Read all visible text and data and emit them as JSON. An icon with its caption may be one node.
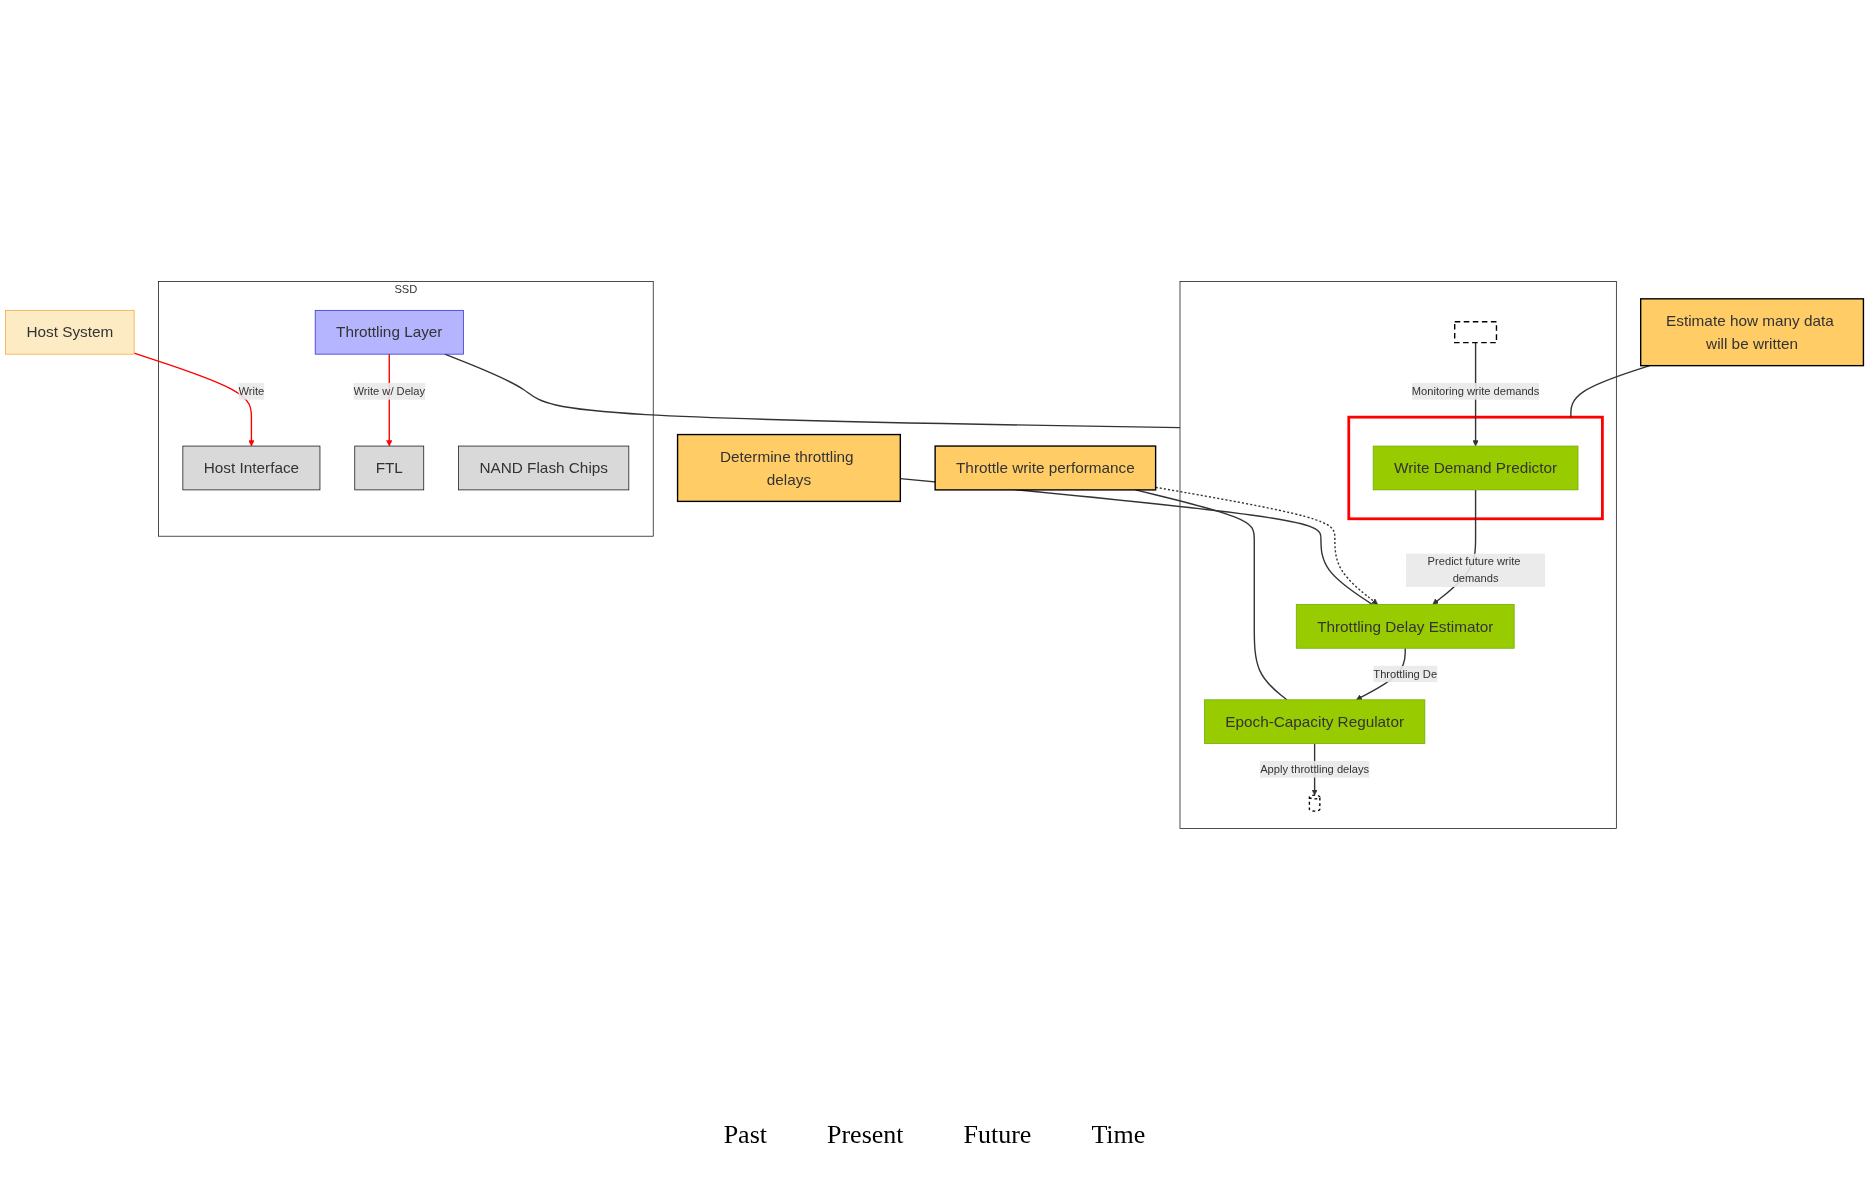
{
  "diagram": {
    "nodes": [
      {
        "text": [
          "Determine throttling delays"
        ]
      },
      {
        "text": [
          "Estimate how many data will be written"
        ]
      },
      {
        "text": [
          "Throttle write performance"
        ]
      },
      {
        "text": [],
        "shape": "box"
      },
      {
        "text": [
          "Throttling Delay Estimator"
        ],
        "in": 3
      },
      {
        "text": [],
        "shape": "box",
        "in": 3
      },
      {
        "text": [
          "Write Demand Predictor"
        ],
        "in": 5
      },
      {
        "text": [
          "Epoch-Capacity Regulator"
        ],
        "in": 3
      },
      {
        "text": [],
        "shape": "box",
        "in": 3
      },
      {
        "text": [],
        "shape": "picture",
        "in": 3
      },
      {
        "text": [
          "Host System"
        ]
      },
      {
        "text": [
          "SSD"
        ]
      },
      {
        "text": [
          "Host Interface"
        ],
        "in": 11
      },
      {
        "text": [
          "Throttling Layer"
        ],
        "in": 11
      },
      {
        "text": [
          "FTL"
        ],
        "in": 11
      },
      {
        "text": [
          "NAND Flash Chips"
        ],
        "in": 11
      }
    ],
    "edges": [
      {
        "from": 0,
        "to": 4,
        "arrow": "none"
      },
      {
        "from": 1,
        "to": 5,
        "arrow": "none"
      },
      {
        "from": 2,
        "to": 7,
        "arrow": "none"
      },
      {
        "from": 2,
        "to": 4,
        "arrow": "to",
        "style": "dashed"
      },
      {
        "from": 6,
        "to": 4,
        "arrow": "to",
        "label": "Predict future write demands"
      },
      {
        "from": 4,
        "to": 7,
        "arrow": "to",
        "label": "Throttling De"
      },
      {
        "from": 8,
        "to": 6,
        "arrow": "to",
        "label": "Monitoring write demands"
      },
      {
        "from": 7,
        "to": 9,
        "arrow": "to",
        "label": "Apply throttling delays"
      },
      {
        "from": 10,
        "to": 12,
        "arrow": "to",
        "label": "Write",
        "color": "#ff0000"
      },
      {
        "from": 13,
        "to": 14,
        "arrow": "to",
        "label": "Write w/ Delay",
        "color": "#ff0000"
      },
      {
        "from": 13,
        "to": 3,
        "arrow": "none"
      }
    ],
    "labels": [
      "Past",
      "Present",
      "Future",
      "Time"
    ]
  }
}
